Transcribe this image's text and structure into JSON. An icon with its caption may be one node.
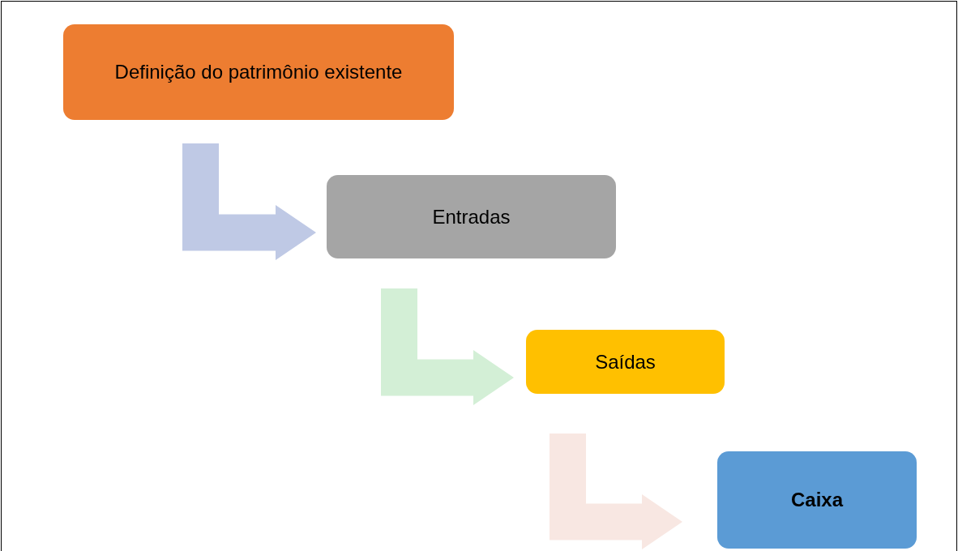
{
  "diagram": {
    "nodes": [
      {
        "text": [
          "Definição do patrimônio existente"
        ]
      },
      {
        "text": [
          "Entradas"
        ]
      },
      {
        "text": [
          "Saídas"
        ]
      },
      {
        "text": [
          "Caixa"
        ]
      }
    ],
    "edges": [
      {
        "from": 0,
        "to": 1,
        "arrow": "to",
        "style": "thick",
        "color": "#bfc9e5"
      },
      {
        "from": 1,
        "to": 2,
        "arrow": "to",
        "style": "thick",
        "color": "#d3efd6"
      },
      {
        "from": 2,
        "to": 3,
        "arrow": "to",
        "style": "thick",
        "color": "#f8e7e2"
      }
    ]
  }
}
